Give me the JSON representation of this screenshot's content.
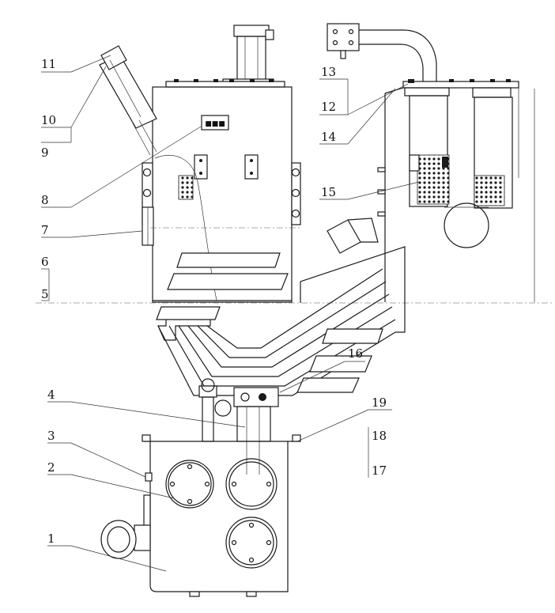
{
  "callouts": [
    {
      "id": "c1",
      "label": "1"
    },
    {
      "id": "c2",
      "label": "2"
    },
    {
      "id": "c3",
      "label": "3"
    },
    {
      "id": "c4",
      "label": "4"
    },
    {
      "id": "c5",
      "label": "5"
    },
    {
      "id": "c6",
      "label": "6"
    },
    {
      "id": "c7",
      "label": "7"
    },
    {
      "id": "c8",
      "label": "8"
    },
    {
      "id": "c9",
      "label": "9"
    },
    {
      "id": "c10",
      "label": "10"
    },
    {
      "id": "c11",
      "label": "11"
    },
    {
      "id": "c12",
      "label": "12"
    },
    {
      "id": "c13",
      "label": "13"
    },
    {
      "id": "c14",
      "label": "14"
    },
    {
      "id": "c15",
      "label": "15"
    },
    {
      "id": "c16",
      "label": "16"
    },
    {
      "id": "c17",
      "label": "17"
    },
    {
      "id": "c18",
      "label": "18"
    },
    {
      "id": "c19",
      "label": "19"
    }
  ],
  "nameplate_text": "■■■"
}
